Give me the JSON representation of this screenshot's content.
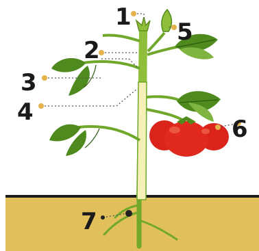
{
  "labels": [
    {
      "id": "1",
      "text": "1",
      "part": "shoot-tip"
    },
    {
      "id": "2",
      "text": "2",
      "part": "node"
    },
    {
      "id": "3",
      "text": "3",
      "part": "leaf"
    },
    {
      "id": "4",
      "text": "4",
      "part": "stem"
    },
    {
      "id": "5",
      "text": "5",
      "part": "bud"
    },
    {
      "id": "6",
      "text": "6",
      "part": "fruit"
    },
    {
      "id": "7",
      "text": "7",
      "part": "root"
    }
  ],
  "colors": {
    "soil": "#e1bf5a",
    "soil_line": "#1c1c1c",
    "stem": "#8fbf3a",
    "stem_inner": "#f4f0b8",
    "leaf": "#4e8a1e",
    "leaf_light": "#7fb441",
    "fruit": "#d9231b",
    "fruit_highlight": "#f06a52",
    "label_dot": "#e3b24a",
    "leader_line": "#555555"
  }
}
